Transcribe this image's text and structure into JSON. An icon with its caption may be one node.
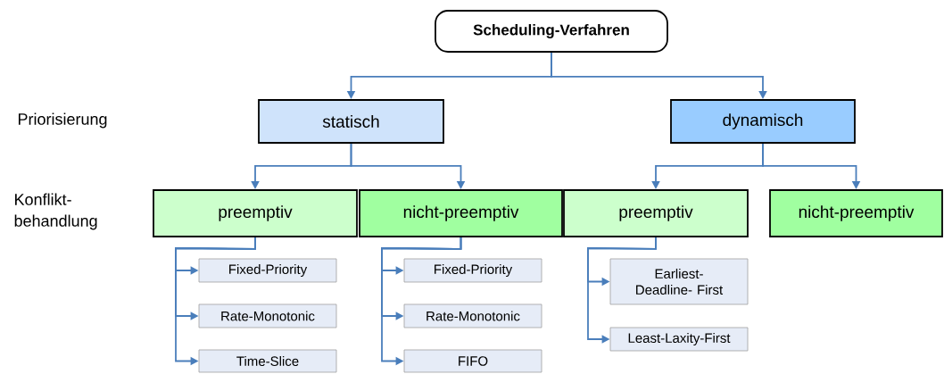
{
  "diagram": {
    "nodes": [
      {
        "text": [
          "Scheduling-Verfahren"
        ]
      },
      {
        "text": [
          "statisch"
        ]
      },
      {
        "text": [
          "dynamisch"
        ]
      },
      {
        "text": [
          "preemptiv"
        ]
      },
      {
        "text": [
          "nicht-preemptiv"
        ]
      },
      {
        "text": [
          "preemptiv"
        ]
      },
      {
        "text": [
          "nicht-preemptiv"
        ]
      },
      {
        "text": [
          "Fixed-Priority"
        ]
      },
      {
        "text": [
          "Rate-Monotonic"
        ]
      },
      {
        "text": [
          "Time-Slice"
        ]
      },
      {
        "text": [
          "Fixed-Priority"
        ]
      },
      {
        "text": [
          "Rate-Monotonic"
        ]
      },
      {
        "text": [
          "FIFO"
        ]
      },
      {
        "text": [
          "Earliest-Deadline- First"
        ]
      },
      {
        "text": [
          "Least-Laxity-First"
        ]
      }
    ],
    "edges": [
      {
        "from": 0,
        "to": 1,
        "arrow": "to"
      },
      {
        "from": 0,
        "to": 2,
        "arrow": "to"
      },
      {
        "from": 1,
        "to": 3,
        "arrow": "to"
      },
      {
        "from": 1,
        "to": 4,
        "arrow": "to"
      },
      {
        "from": 2,
        "to": 5,
        "arrow": "to"
      },
      {
        "from": 2,
        "to": 6,
        "arrow": "to"
      },
      {
        "from": 3,
        "to": 7,
        "arrow": "to"
      },
      {
        "from": 3,
        "to": 8,
        "arrow": "to"
      },
      {
        "from": 3,
        "to": 9,
        "arrow": "to"
      },
      {
        "from": 4,
        "to": 10,
        "arrow": "to"
      },
      {
        "from": 4,
        "to": 11,
        "arrow": "to"
      },
      {
        "from": 4,
        "to": 12,
        "arrow": "to"
      },
      {
        "from": 5,
        "to": 13,
        "arrow": "to"
      },
      {
        "from": 5,
        "to": 14,
        "arrow": "to"
      }
    ],
    "labels": [
      "Priorisierung",
      "Konflikt- behandlung"
    ]
  }
}
